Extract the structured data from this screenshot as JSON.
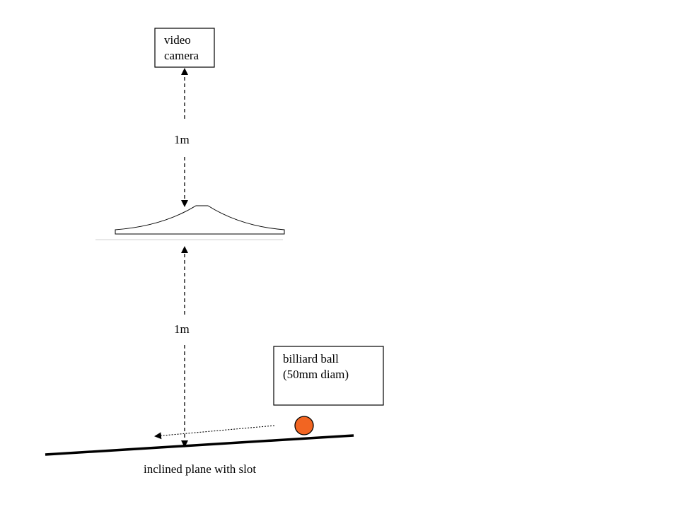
{
  "camera_box": {
    "line1": "video",
    "line2": "camera"
  },
  "distance_upper": "1m",
  "distance_lower": "1m",
  "ball_box": {
    "line1": "billiard ball",
    "line2": "(50mm diam)"
  },
  "plane_label": "inclined plane with slot",
  "colors": {
    "ball": "#f26522",
    "ink": "#000000",
    "background": "#ffffff"
  }
}
